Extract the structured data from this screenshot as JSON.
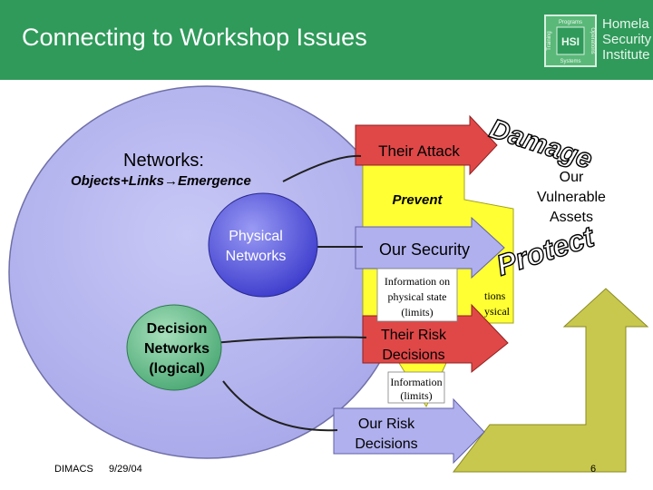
{
  "slide": {
    "title": "Connecting to Workshop Issues",
    "institute_lines": [
      "Homela",
      "Security",
      "Institute"
    ],
    "logo_words": [
      "Programs",
      "Operations",
      "Systems",
      "Training"
    ],
    "logo_mark": "HSI"
  },
  "diagram": {
    "networks_heading": "Networks:",
    "networks_subheading": "Objects+Links→Emergence",
    "physical_networks": [
      "Physical",
      "Networks"
    ],
    "decision_networks": [
      "Decision",
      "Networks",
      "(logical)"
    ],
    "their_attack": "Their Attack",
    "damage": "Damage",
    "our_vulnerable_assets": [
      "Our",
      "Vulnerable",
      "Assets"
    ],
    "prevent": "Prevent",
    "our_security": "Our Security",
    "protect": "Protect",
    "info_physical_state": [
      "Information on",
      "physical state",
      "(limits)"
    ],
    "partial_text": [
      "tions",
      "ysical"
    ],
    "their_risk_decisions": [
      "Their Risk",
      "Decisions"
    ],
    "info_limits": [
      "Information",
      "(limits)"
    ],
    "our_risk_decisions": [
      "Our Risk",
      "Decisions"
    ]
  },
  "footer": {
    "org": "DIMACS",
    "date": "9/29/04",
    "page": "6"
  },
  "colors": {
    "header_green": "#2f9a5a",
    "lavender": "#b8b8f0",
    "physical_blue": "#4848d8",
    "decision_green": "#70c090",
    "yellow": "#ffff33",
    "olive": "#c8c84e",
    "arrow_red": "#e04848",
    "arrow_periwinkle": "#b0b0ee"
  }
}
